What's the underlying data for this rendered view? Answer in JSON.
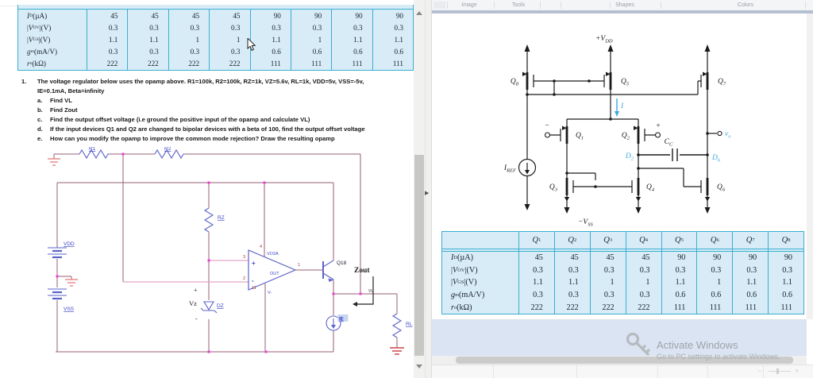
{
  "left_pane": {
    "problem": {
      "number": "1.",
      "line1": "The voltage regulator below uses the opamp above. R1=100k, R2=100k, RZ=1k, VZ=5.6v, RL=1k, VDD=5v, VSS=-5v,",
      "line2": "IE=0.1mA, Beta=infinity",
      "items": [
        {
          "letter": "a.",
          "text": "Find VL"
        },
        {
          "letter": "b.",
          "text": "Find Zout"
        },
        {
          "letter": "c.",
          "text": "Find the output offset voltage (i.e ground the positive input of the opamp and calculate VL)"
        },
        {
          "letter": "d.",
          "text": "If the input devices Q1 and Q2 are changed to bipolar devices with a beta of 100, find the output offset voltage"
        },
        {
          "letter": "e.",
          "text": "How can you modify the opamp to improve the common mode rejection? Draw the resulting opamp"
        }
      ]
    },
    "schematic": {
      "r1": "R1",
      "r2": "R2",
      "rz": "RZ",
      "dz": "DZ",
      "vz": "Vz",
      "vz_plus": "+",
      "vz_minus": "-",
      "vdd": "VDD",
      "vss": "VSS",
      "pin3": "3",
      "pin2": "2",
      "pin4": "4",
      "pin1": "1",
      "pin11": "11",
      "opamp_plus": "+",
      "opamp_minus": "-",
      "net_vo2a": "VO2A",
      "out_label": "OUT",
      "v_minus": "V-",
      "q18": "Q18",
      "zout": "Zout",
      "vl": "VL",
      "ie": "IE",
      "rl": "RL"
    }
  },
  "right_pane": {
    "toolbar_groups": [
      "Image",
      "Tools",
      "Shapes",
      "Colors"
    ],
    "figure": {
      "vdd_main": "+V",
      "vdd_sub": "DD",
      "vss_main": "−V",
      "vss_sub": "SS",
      "iref_main": "I",
      "iref_sub": "REF",
      "i_label": "I",
      "cc_main": "C",
      "cc_sub": "C",
      "d2_main": "D",
      "d2_sub": "2",
      "d6_main": "D",
      "d6_sub": "6",
      "vo_main": "v",
      "vo_sub": "o",
      "minus": "−",
      "plus": "+",
      "q": [
        {
          "m": "Q",
          "s": "1"
        },
        {
          "m": "Q",
          "s": "2"
        },
        {
          "m": "Q",
          "s": "3"
        },
        {
          "m": "Q",
          "s": "4"
        },
        {
          "m": "Q",
          "s": "5"
        },
        {
          "m": "Q",
          "s": "6"
        },
        {
          "m": "Q",
          "s": "7"
        },
        {
          "m": "Q",
          "s": "8"
        }
      ]
    },
    "watermark": {
      "title": "Activate Windows",
      "subtitle": "Go to PC settings to activate Windows."
    }
  },
  "tables": {
    "mos_table": {
      "headers_html": [
        "<i>Q</i><sub>1</sub>",
        "<i>Q</i><sub>2</sub>",
        "<i>Q</i><sub>3</sub>",
        "<i>Q</i><sub>4</sub>",
        "<i>Q</i><sub>5</sub>",
        "<i>Q</i><sub>6</sub>",
        "<i>Q</i><sub>7</sub>",
        "<i>Q</i><sub>8</sub>"
      ],
      "rows": [
        {
          "label_html": "<i>I</i><sub>D</sub> (µA)",
          "values": [
            "45",
            "45",
            "45",
            "45",
            "90",
            "90",
            "90",
            "90"
          ]
        },
        {
          "label_html": "|<i>V</i><sub>OV</sub>|(V)",
          "values": [
            "0.3",
            "0.3",
            "0.3",
            "0.3",
            "0.3",
            "0.3",
            "0.3",
            "0.3"
          ]
        },
        {
          "label_html": "|<i>V</i><sub>GS</sub>|(V)",
          "values": [
            "1.1",
            "1.1",
            "1",
            "1",
            "1.1",
            "1",
            "1.1",
            "1.1"
          ]
        },
        {
          "label_html": "<i>g</i><sub>m</sub> (mA/V)",
          "values": [
            "0.3",
            "0.3",
            "0.3",
            "0.3",
            "0.6",
            "0.6",
            "0.6",
            "0.6"
          ]
        },
        {
          "label_html": "<i>r</i><sub>o</sub> (kΩ)",
          "values": [
            "222",
            "222",
            "222",
            "222",
            "111",
            "111",
            "111",
            "111"
          ]
        }
      ]
    }
  }
}
